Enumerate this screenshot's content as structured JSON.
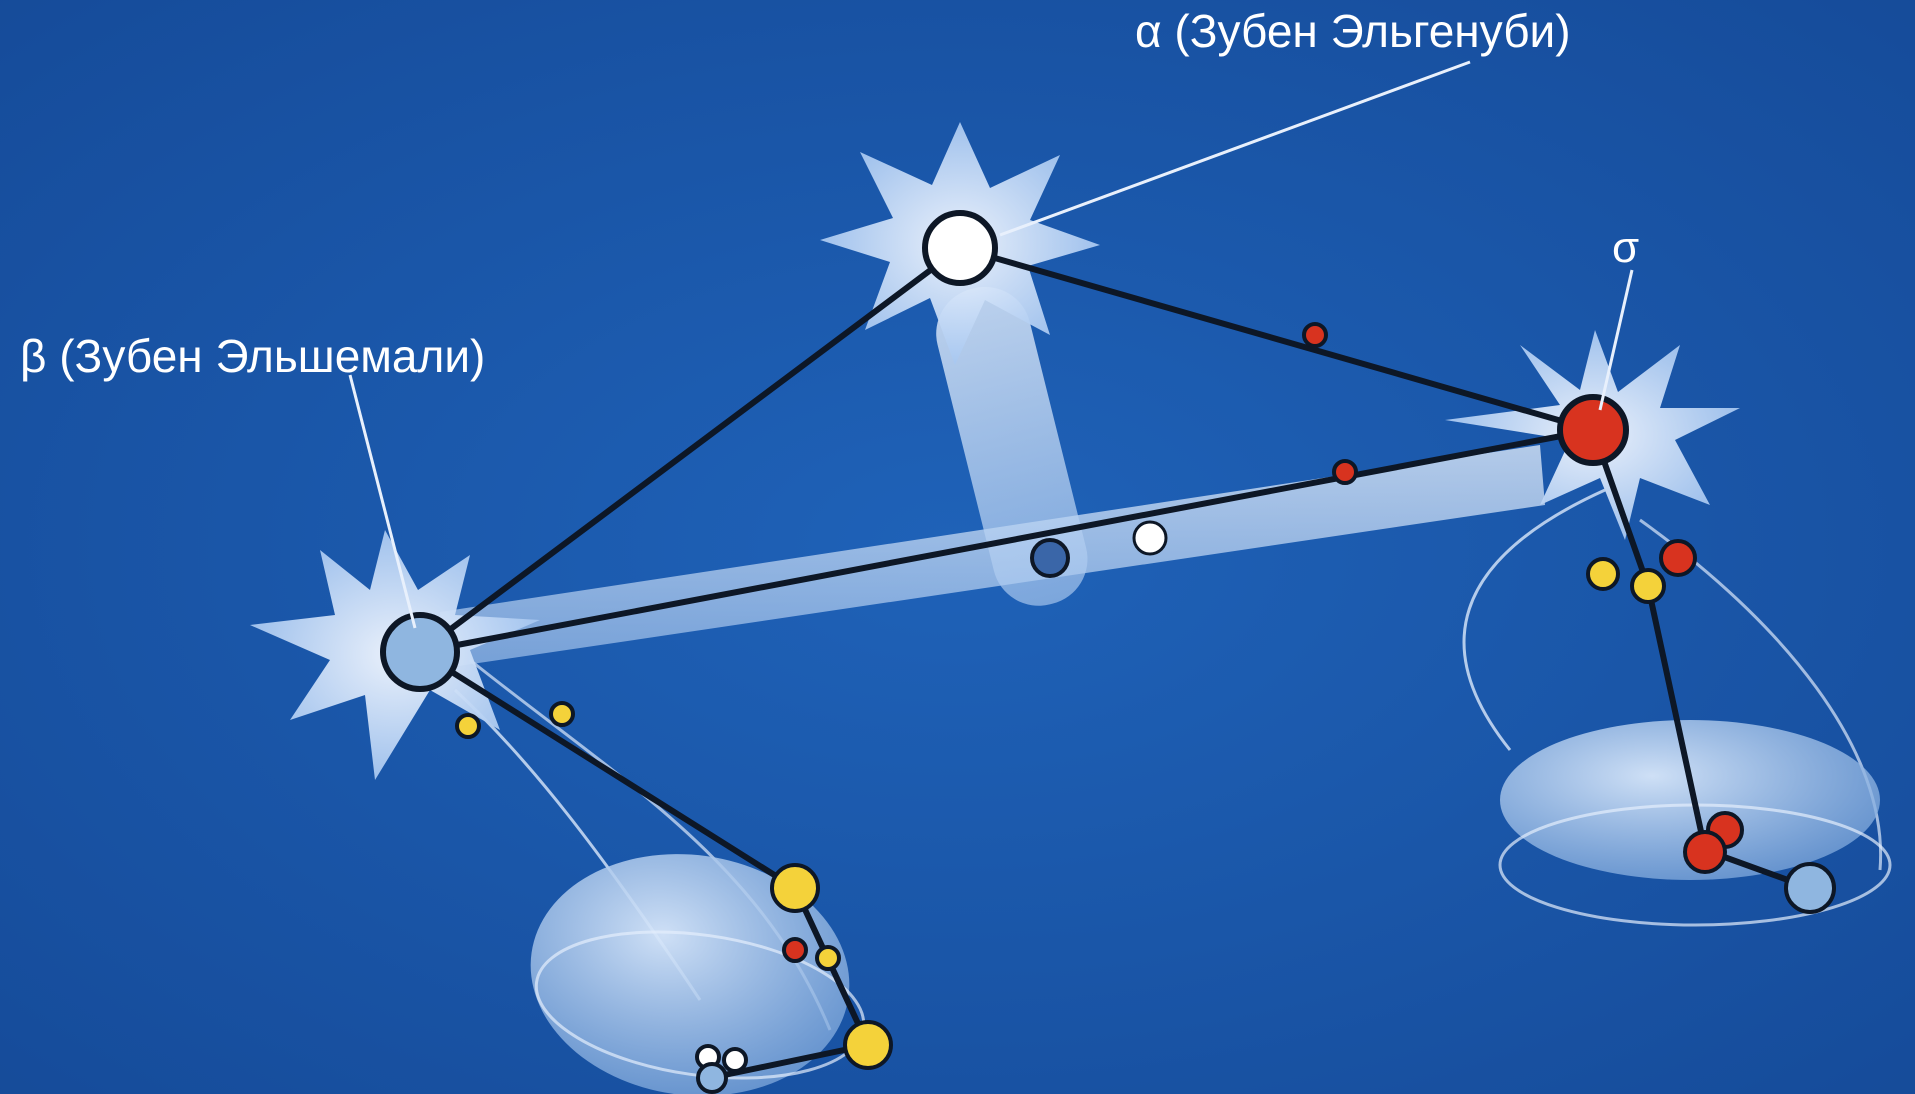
{
  "labels": {
    "alpha": "α (Зубен Эльгенуби)",
    "beta": "β (Зубен Эльшемали)",
    "sigma": "σ"
  },
  "colors": {
    "sky": "#1b56a8",
    "glow": "#cfe3fb",
    "star_white": "#ffffff",
    "star_red": "#d8331f",
    "star_yellow": "#f4d23a",
    "star_blue": "#8fb6e0",
    "line": "#0d1726"
  },
  "stars": {
    "alpha": "white",
    "beta": "blue",
    "sigma": "red"
  }
}
